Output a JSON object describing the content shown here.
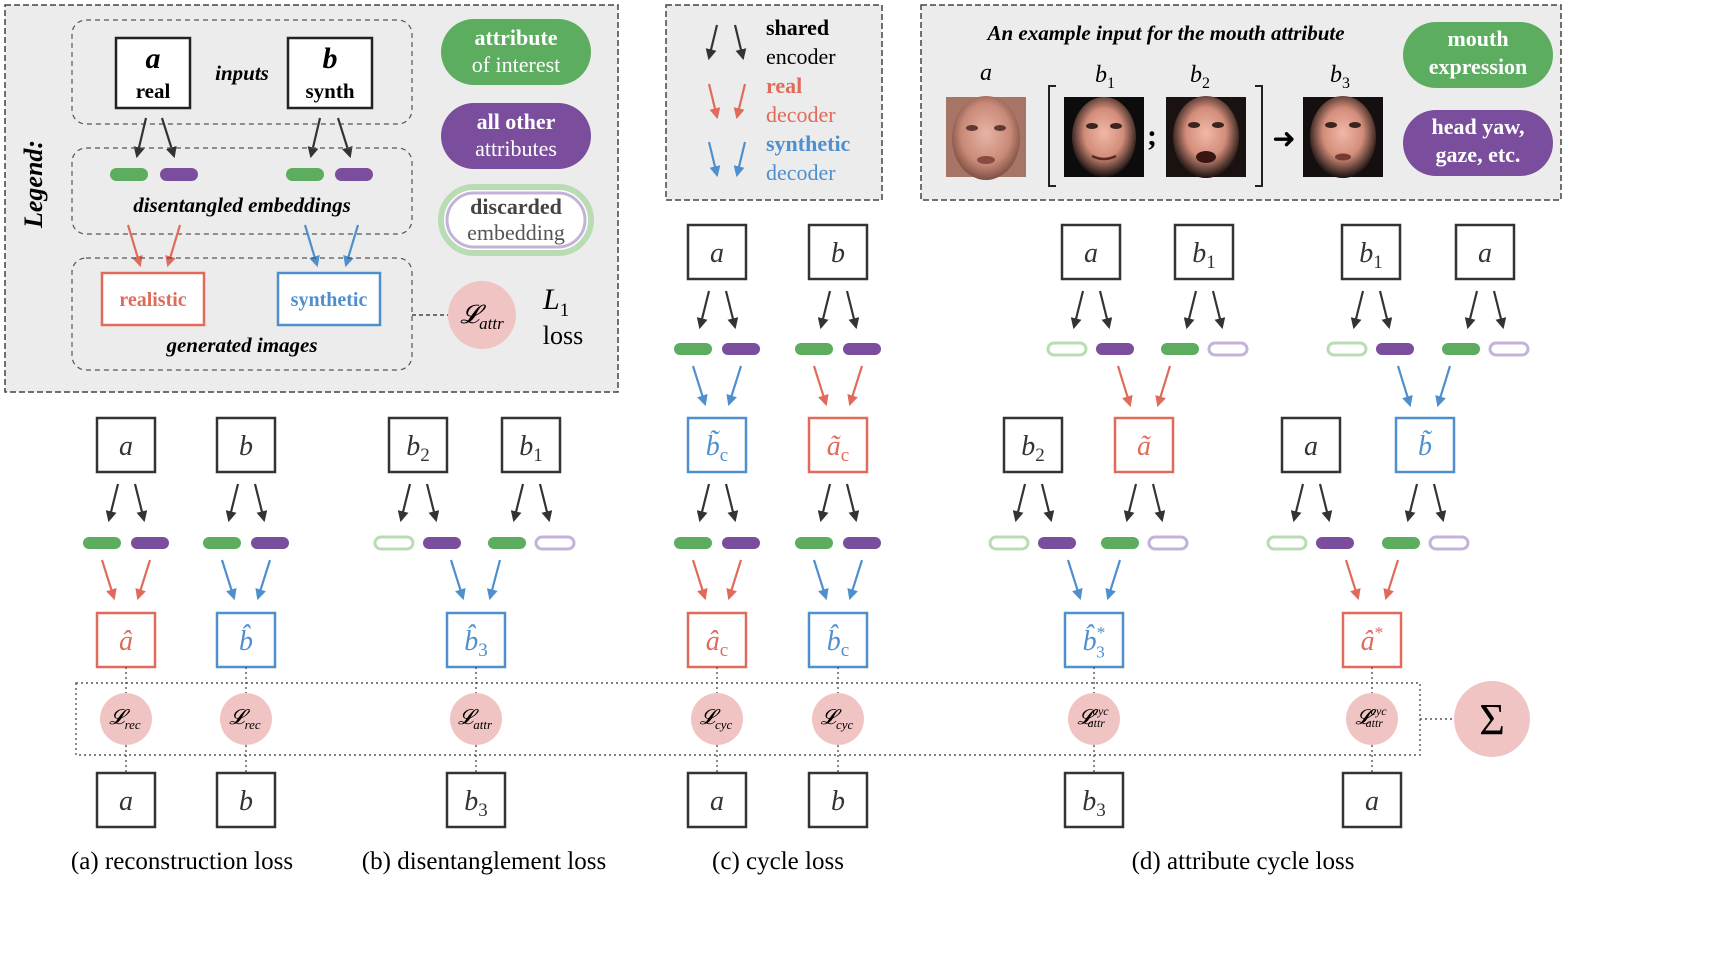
{
  "legend": {
    "heading": "Legend:",
    "input_a_symbol": "a",
    "input_a_label": "real",
    "input_b_symbol": "b",
    "input_b_label": "synth",
    "inputs_label": "inputs",
    "embeddings_label": "disentangled embeddings",
    "realistic_label": "realistic",
    "synthetic_label": "synthetic",
    "generated_label": "generated images",
    "attr_pill": [
      "attribute",
      "of interest"
    ],
    "other_pill": [
      "all other",
      "attributes"
    ],
    "discarded_pill": [
      "discarded",
      "embedding"
    ],
    "loss_symbol": "𝓛",
    "loss_sub": "attr",
    "l1_symbol": "L",
    "l1_sub": "1",
    "l1_word": "loss"
  },
  "arrow_legend": {
    "shared": [
      "shared",
      "encoder"
    ],
    "real": [
      "real",
      "decoder"
    ],
    "synthetic": [
      "synthetic",
      "decoder"
    ]
  },
  "example": {
    "title": "An example input for the mouth attribute",
    "labels": {
      "a": "a",
      "b1": "b",
      "b1_sub": "1",
      "b2": "b",
      "b2_sub": "2",
      "b3": "b",
      "b3_sub": "3"
    },
    "separator": ";",
    "arrow": "➜",
    "attr_pill": [
      "mouth",
      "expression"
    ],
    "other_pill": [
      "head yaw,",
      "gaze, etc."
    ]
  },
  "sections": {
    "a": {
      "caption": "(a) reconstruction loss",
      "inputs": [
        "a",
        "b"
      ],
      "outputs": [
        "â",
        "b̂"
      ],
      "losses": [
        {
          "sym": "𝓛",
          "sub": "rec"
        },
        {
          "sym": "𝓛",
          "sub": "rec"
        }
      ],
      "targets": [
        "a",
        "b"
      ]
    },
    "b": {
      "caption": "(b) disentanglement loss",
      "inputs": [
        {
          "v": "b",
          "sub": "2"
        },
        {
          "v": "b",
          "sub": "1"
        }
      ],
      "output": {
        "v": "b̂",
        "sub": "3"
      },
      "loss": {
        "sym": "𝓛",
        "sub": "attr"
      },
      "target": {
        "v": "b",
        "sub": "3"
      }
    },
    "c": {
      "caption": "(c) cycle loss",
      "inputs": [
        "a",
        "b"
      ],
      "middle": [
        {
          "v": "b̃",
          "sub": "c"
        },
        {
          "v": "ã",
          "sub": "c"
        }
      ],
      "outputs": [
        {
          "v": "â",
          "sub": "c"
        },
        {
          "v": "b̂",
          "sub": "c"
        }
      ],
      "losses": [
        {
          "sym": "𝓛",
          "sub": "cyc"
        },
        {
          "sym": "𝓛",
          "sub": "cyc"
        }
      ],
      "targets": [
        "a",
        "b"
      ]
    },
    "d": {
      "caption": "(d) attribute cycle loss",
      "inputs_left": [
        {
          "v": "a",
          "sub": ""
        },
        {
          "v": "b",
          "sub": "1"
        }
      ],
      "inputs_right": [
        {
          "v": "b",
          "sub": "1"
        },
        {
          "v": "a",
          "sub": ""
        }
      ],
      "middle": [
        "ã",
        "b̃"
      ],
      "side_inputs": [
        {
          "v": "b",
          "sub": "2"
        },
        {
          "v": "a",
          "sub": ""
        }
      ],
      "outputs": [
        {
          "v": "b̂",
          "sub": "3",
          "sup": "*"
        },
        {
          "v": "â",
          "sub": "",
          "sup": "*"
        }
      ],
      "losses": [
        {
          "sym": "𝓛",
          "sub": "attr",
          "sup": "cyc"
        },
        {
          "sym": "𝓛",
          "sub": "attr",
          "sup": "cyc"
        }
      ],
      "targets": [
        {
          "v": "b",
          "sub": "3"
        },
        {
          "v": "a",
          "sub": ""
        }
      ]
    },
    "sum_symbol": "Σ"
  },
  "colors": {
    "black": "#333333",
    "red": "#e06b5b",
    "blue": "#4f8fcd",
    "green": "#5cad5f",
    "purple": "#7a4e9c",
    "light_green": "#b9dcb4",
    "light_purple": "#c4b3d8",
    "loss_pink": "#f1c4c4",
    "panel_bg": "#ececec"
  },
  "icons": [
    "face-photo-icon",
    "arrow-right-icon",
    "sum-icon"
  ]
}
